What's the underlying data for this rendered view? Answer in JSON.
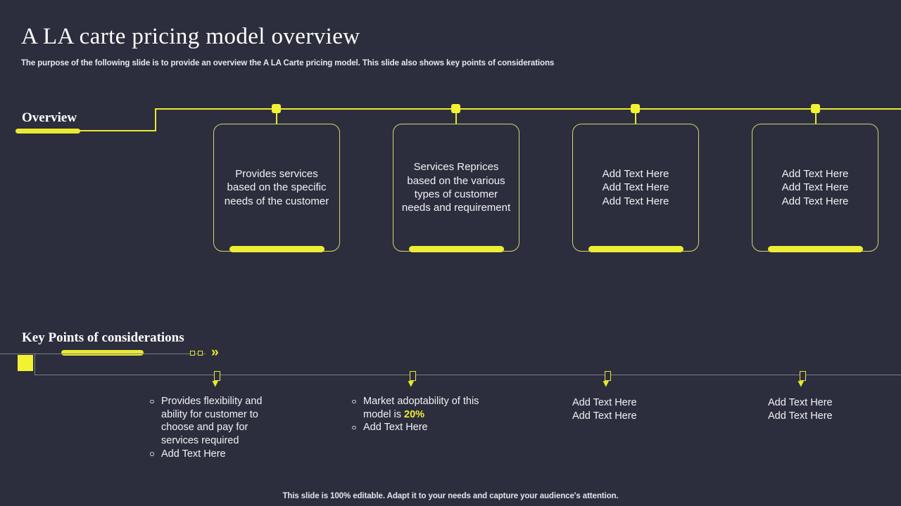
{
  "theme": {
    "background": "#2c2e3d",
    "accent": "#eaea30",
    "accent_bright": "#f2f232",
    "card_border": "#d6d66a",
    "rail_gray": "#7a7c8c",
    "text": "#f2f2f5"
  },
  "header": {
    "title": "A LA carte pricing model overview",
    "subtitle": "The purpose of the following slide is to provide an overview the A LA Carte pricing model. This slide also shows key points of considerations"
  },
  "overview": {
    "label": "Overview",
    "cards": [
      {
        "text": "Provides services based on the specific needs of the customer"
      },
      {
        "text": "Services Reprices based on the various types of customer needs and requirement"
      },
      {
        "text": "Add Text Here\nAdd Text Here\nAdd Text Here"
      },
      {
        "text": "Add Text Here\nAdd Text Here\nAdd Text Here"
      }
    ]
  },
  "key_points": {
    "label": "Key Points of considerations",
    "chevrons_icon": "double-chevron-right",
    "columns": [
      {
        "bulleted": true,
        "items": [
          "Provides flexibility and ability for customer to choose and pay for services required",
          "Add Text Here"
        ]
      },
      {
        "bulleted": true,
        "items": [
          "Market adoptability of this model is 20%",
          "Add Text Here"
        ],
        "highlight": "20%"
      },
      {
        "bulleted": false,
        "items": [
          "Add Text Here",
          "Add Text Here"
        ]
      },
      {
        "bulleted": false,
        "items": [
          "Add Text Here",
          "Add Text Here"
        ]
      }
    ]
  },
  "footer": {
    "note": "This slide is 100% editable. Adapt it to your needs and capture your audience's attention."
  }
}
